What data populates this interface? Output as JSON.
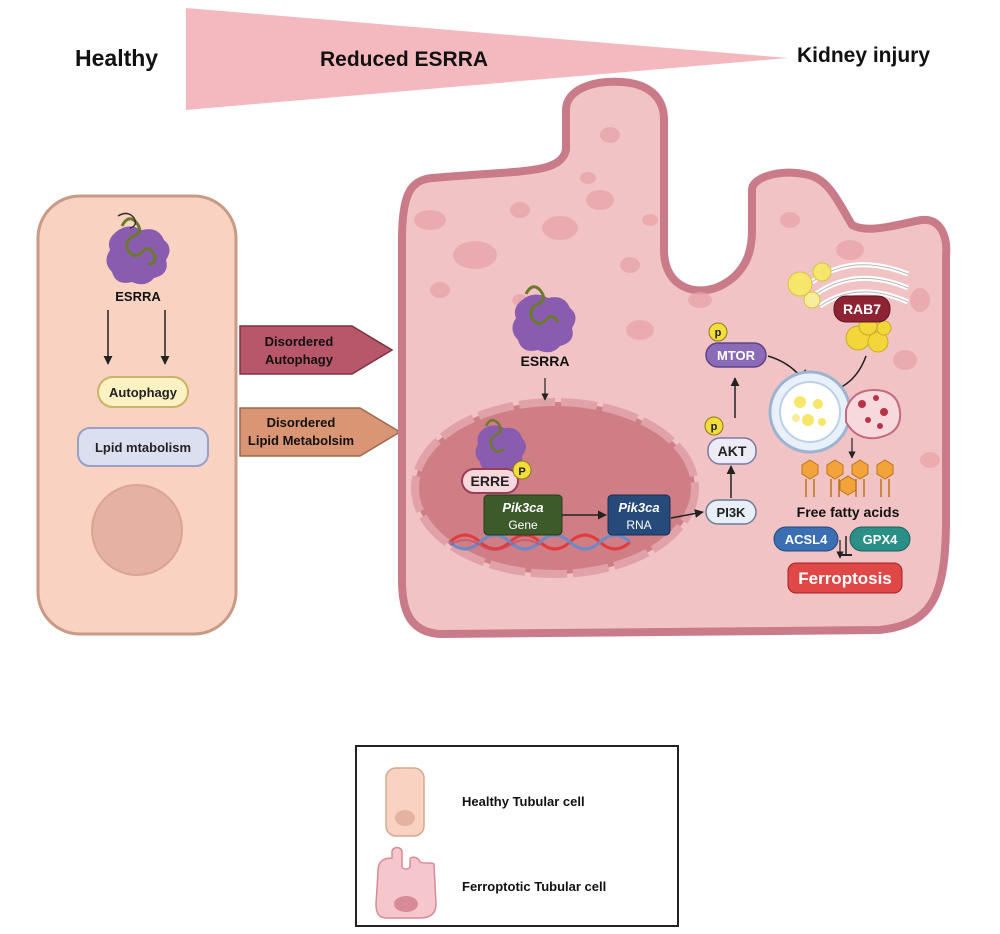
{
  "header": {
    "left": "Healthy",
    "middle": "Reduced ESRRA",
    "right": "Kidney injury"
  },
  "healthy_cell": {
    "protein": "ESRRA",
    "autophagy": "Autophagy",
    "lipid": "Lpid mtabolism"
  },
  "arrows": {
    "autophagy_line1": "Disordered",
    "autophagy_line2": "Autophagy",
    "lipid_line1": "Disordered",
    "lipid_line2": "Lipid Metabolsim"
  },
  "injured_cell": {
    "protein": "ESRRA",
    "erre": "ERRE",
    "phospho": "P",
    "gene_italic": "Pik3ca",
    "gene_label": "Gene",
    "rna_italic": "Pik3ca",
    "rna_label": "RNA",
    "pi3k": "PI3K",
    "akt": "AKT",
    "mtor": "MTOR",
    "p_small": "p",
    "rab7": "RAB7",
    "ffa": "Free fatty acids",
    "acsl4": "ACSL4",
    "gpx4": "GPX4",
    "ferroptosis": "Ferroptosis"
  },
  "legend": {
    "healthy": "Healthy Tubular cell",
    "ferroptotic": "Ferroptotic Tubular cell"
  },
  "colors": {
    "triangle": "#f4b9bf",
    "healthy_fill": "#f9d2c2",
    "injured_fill": "#f2c3c4",
    "injured_stroke": "#c97b8a",
    "nucleus": "#d07e86",
    "arrow_autophagy": "#b85769",
    "arrow_lipid": "#d99574",
    "ferroptosis": "#e04848",
    "acsl4": "#3b6fb3",
    "gpx4": "#2a8f86",
    "gene": "#3c5a2a",
    "rna": "#264a7a",
    "rab7": "#8e2334",
    "mtor": "#8b6ab8",
    "protein": "#8a5cb0"
  }
}
